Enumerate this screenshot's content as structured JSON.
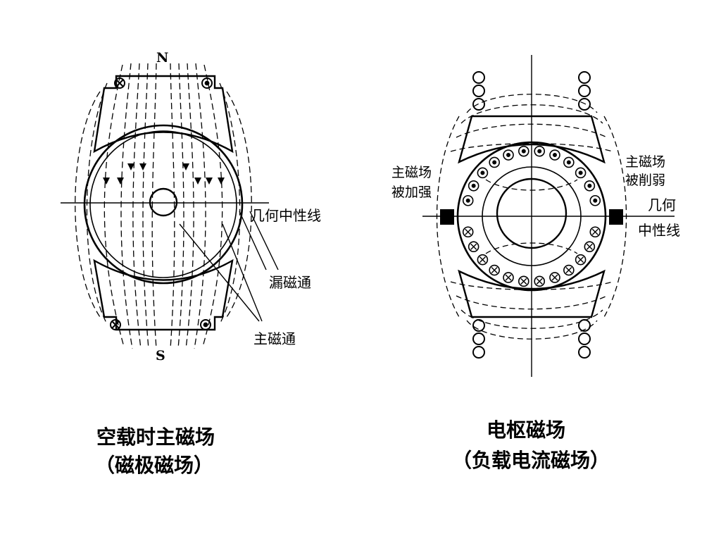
{
  "left_diagram": {
    "pole_north": "N",
    "pole_south": "S",
    "label_geometric_neutral": "几何中性线",
    "label_leakage_flux": "漏磁通",
    "label_main_flux": "主磁通",
    "caption_line1": "空载时主磁场",
    "caption_line2": "（磁极磁场）"
  },
  "right_diagram": {
    "label_main_strengthened_line1": "主磁场",
    "label_main_strengthened_line2": "被加强",
    "label_main_weakened_line1": "主磁场",
    "label_main_weakened_line2": "被削弱",
    "label_neutral_line1": "几何",
    "label_neutral_line2": "中性线",
    "caption_line1": "电枢磁场",
    "caption_line2": "（负载电流磁场）"
  }
}
